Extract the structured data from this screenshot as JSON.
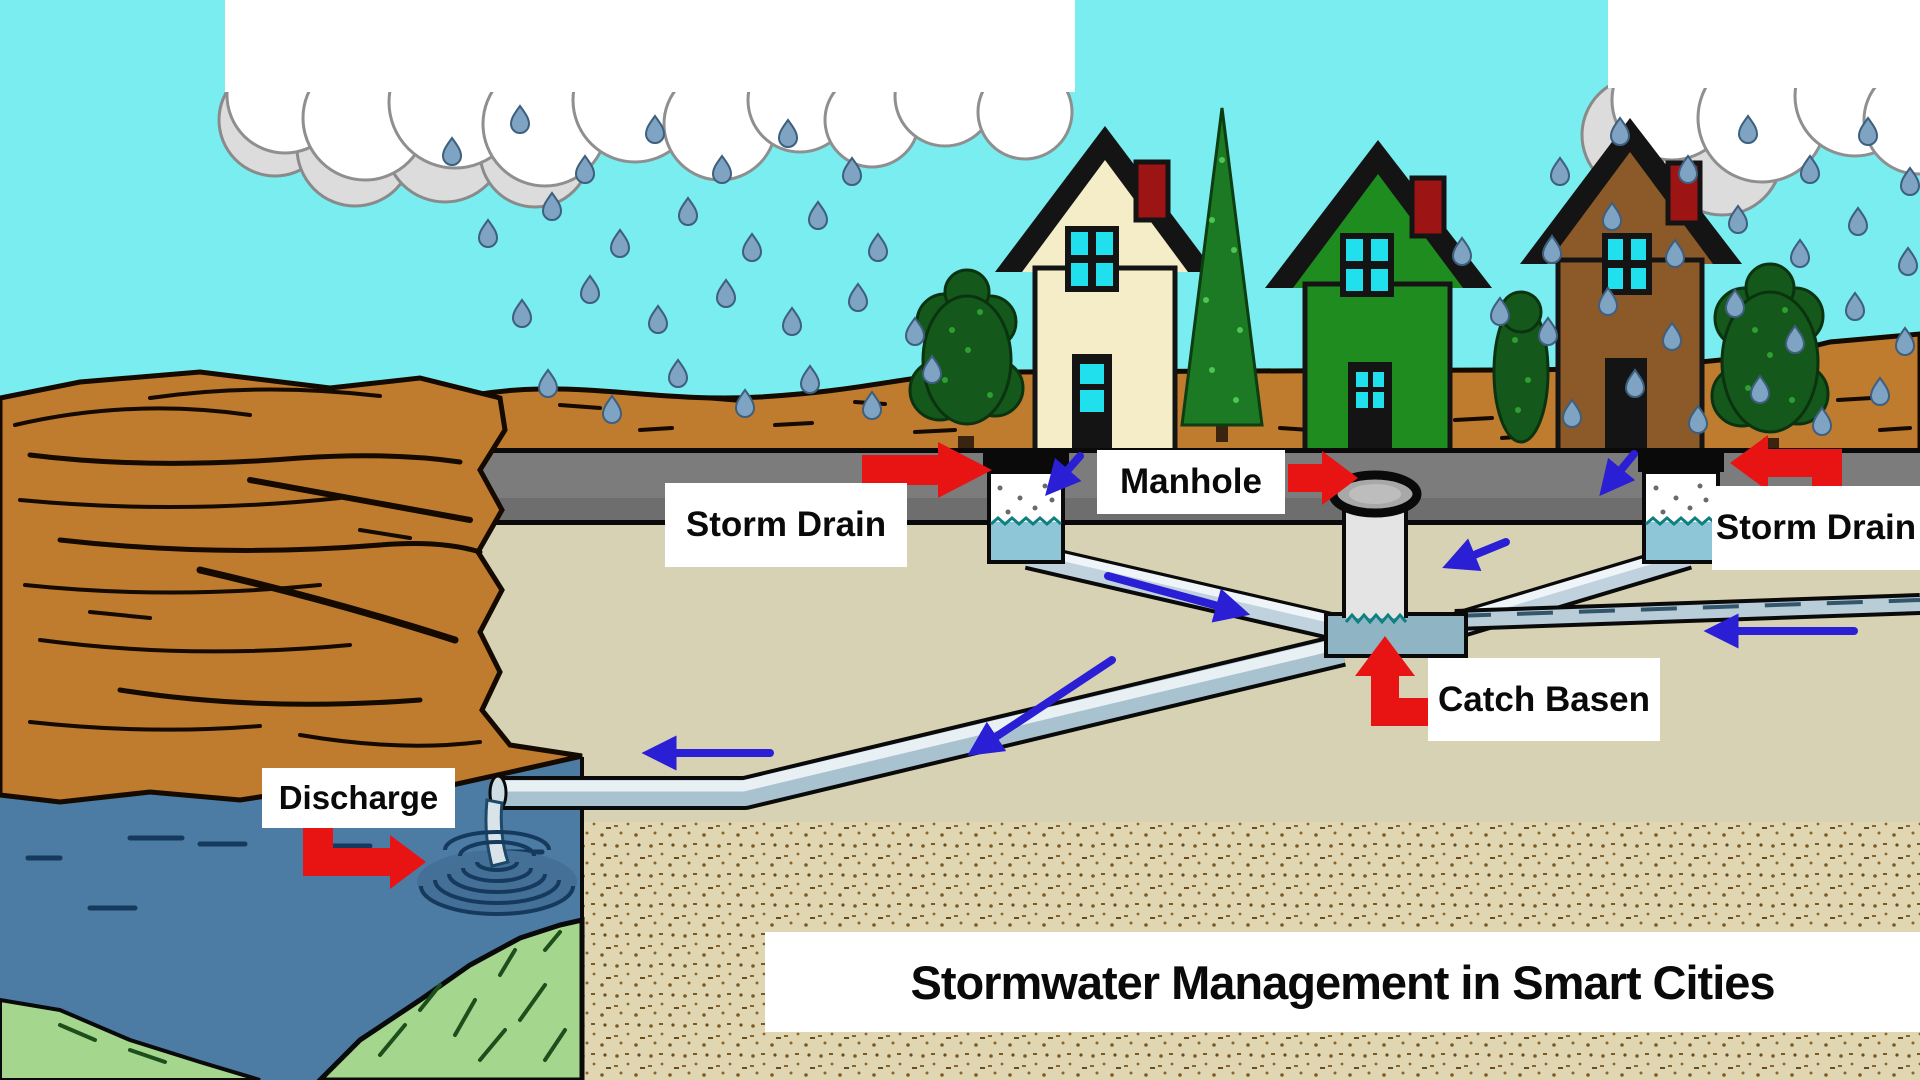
{
  "title": {
    "text": "Stormwater Management in Smart Cities"
  },
  "labels": {
    "storm_drain_left": {
      "text": "Storm Drain"
    },
    "manhole": {
      "text": "Manhole"
    },
    "storm_drain_right": {
      "text": "Storm Drain"
    },
    "catch_basin": {
      "text": "Catch Basen"
    },
    "discharge": {
      "text": "Discharge"
    }
  },
  "colors": {
    "sky": "#79EDF0",
    "cloud": "#FFFFFF",
    "rain_drop": "#7FA3C2",
    "dirt": "#BF7B2E",
    "road": "#7C7C7C",
    "underground": "#D8D2B4",
    "sand": "#E0D6B2",
    "water": "#4C7BA3",
    "grass": "#A5D68D",
    "pipe": "#BFD2DD",
    "arrow_red": "#E81414",
    "arrow_blue": "#2A1FD4",
    "label_bg": "#FFFFFF",
    "label_text": "#0A0A0A",
    "house_cream": "#F5EDC8",
    "house_green": "#1F8C1F",
    "house_brown": "#8C5A28",
    "window_cyan": "#1FE0EC",
    "chimney_red": "#9C1414"
  }
}
